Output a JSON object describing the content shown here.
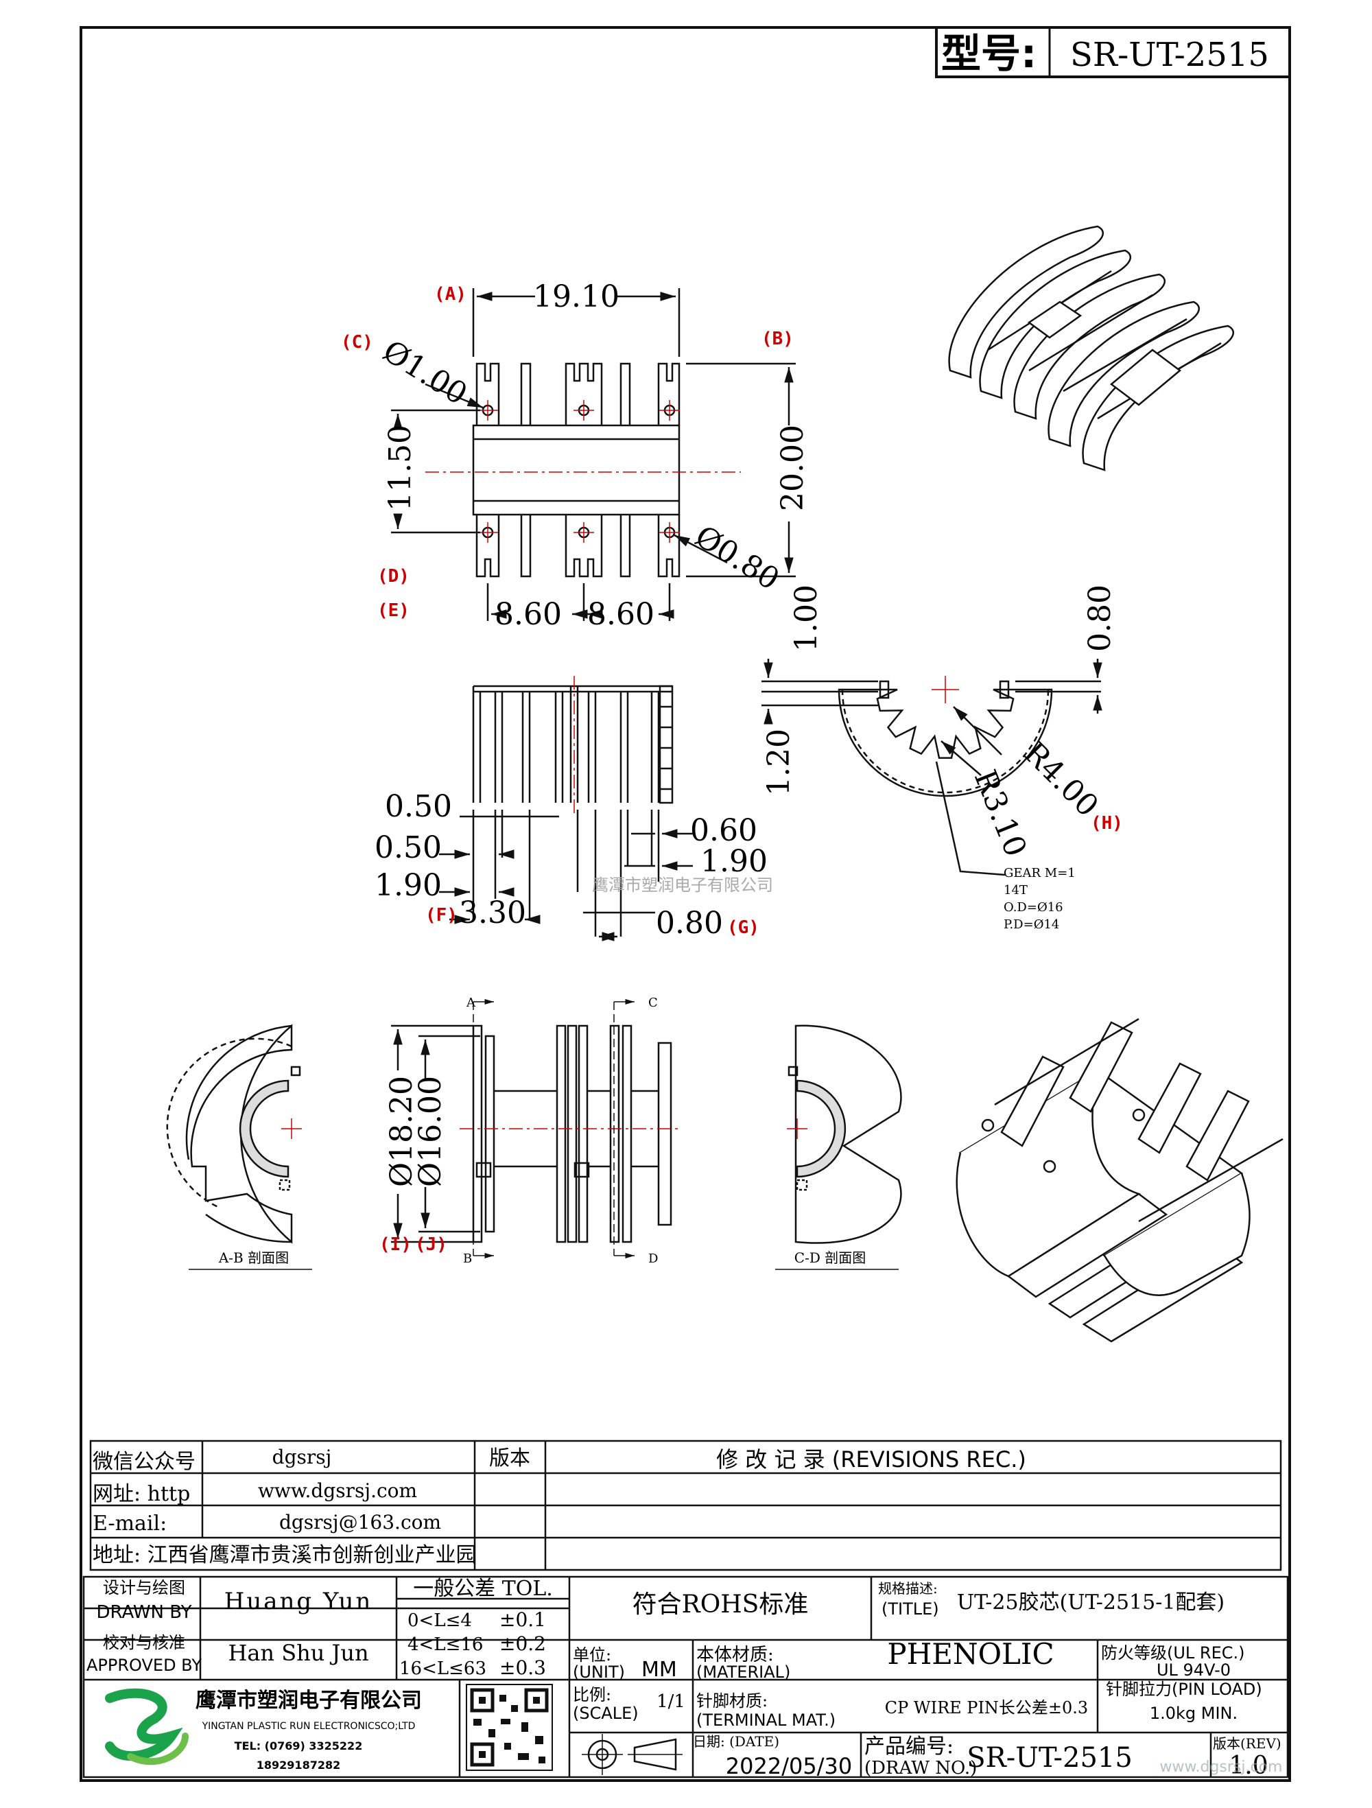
{
  "header": {
    "model_label": "型号:",
    "model_value": "SR-UT-2515"
  },
  "top_view": {
    "dims": {
      "width": "19.10",
      "hole_c": "Ø1.00",
      "pitch_left": "11.50",
      "height": "20.00",
      "hole_d": "Ø0.80",
      "half_left": "8.60",
      "half_right": "8.60"
    },
    "labels": {
      "a": "(A)",
      "b": "(B)",
      "c": "(C)",
      "d": "(D)",
      "e": "(E)"
    }
  },
  "side_view": {
    "dims": {
      "d1": "0.50",
      "d2": "0.50",
      "d3": "1.90",
      "d4": "3.30",
      "d5": "0.60",
      "d6": "1.90",
      "d7": "0.80"
    },
    "labels": {
      "f": "(F)",
      "g": "(G)"
    }
  },
  "watermark": "鹰潭市塑润电子有限公司",
  "gear_view": {
    "dims": {
      "top_left": "1.00",
      "top_right": "0.80",
      "left": "1.20",
      "r_outer": "R4.00",
      "r_inner": "R3.10"
    },
    "label_h": "(H)",
    "note": [
      "GEAR M=1",
      "14T",
      "O.D=Ø16",
      "P.D=Ø14"
    ]
  },
  "section_views": {
    "ab_caption": "A-B 剖面图",
    "cd_caption": "C-D 剖面图",
    "dims": {
      "d_outer": "Ø18.20",
      "d_inner": "Ø16.00"
    },
    "labels": {
      "i": "(I)",
      "j": "(J)"
    },
    "cut_marks": {
      "a": "A",
      "b": "B",
      "c": "C",
      "d": "D"
    }
  },
  "info_table": {
    "rows": [
      {
        "label": "微信公众号",
        "value": "dgsrsj"
      },
      {
        "label": "网址: http",
        "value": "www.dgsrsj.com"
      },
      {
        "label": "E-mail:",
        "value": "dgsrsj@163.com"
      },
      {
        "label": "地址: 江西省鹰潭市贵溪市创新创业产业园",
        "value": ""
      }
    ],
    "version_header": "版本",
    "revisions_header": "修 改 记 录 (REVISIONS REC.)"
  },
  "title_block": {
    "drawn_label_cn": "设计与绘图",
    "drawn_label_en": "DRAWN BY",
    "drawn_value": "Huang Yun",
    "approved_label_cn": "校对与核准",
    "approved_label_en": "APPROVED BY",
    "approved_value": "Han Shu Jun",
    "tol_header": "一般公差 TOL.",
    "tol_rows": [
      {
        "range": "0<L≤4",
        "tol": "±0.1"
      },
      {
        "range": "4<L≤16",
        "tol": "±0.2"
      },
      {
        "range": "16<L≤63",
        "tol": "±0.3"
      }
    ],
    "rohs": "符合ROHS标准",
    "title_label_cn": "规格描述:",
    "title_label_en": "(TITLE)",
    "title_value": "UT-25胶芯(UT-2515-1配套)",
    "unit_label_cn": "单位:",
    "unit_label_en": "(UNIT)",
    "unit_value": "MM",
    "material_label_cn": "本体材质:",
    "material_label_en": "(MATERIAL)",
    "material_value": "PHENOLIC",
    "fire_label": "防火等级(UL REC.)",
    "fire_value": "UL 94V-0",
    "company_cn": "鹰潭市塑润电子有限公司",
    "company_en": "YINGTAN PLASTIC RUN ELECTRONICSCO;LTD",
    "company_tel": "TEL: (0769) 3325222",
    "company_mobile": "18929187282",
    "scale_label_cn": "比例:",
    "scale_label_en": "(SCALE)",
    "scale_value": "1/1",
    "terminal_label_cn": "针脚材质:",
    "terminal_label_en": "(TERMINAL MAT.)",
    "terminal_value": "CP WIRE  PIN长公差±0.3",
    "pin_load_label": "针脚拉力(PIN LOAD)",
    "pin_load_value": "1.0kg MIN.",
    "date_label": "日期: (DATE)",
    "date_value": "2022/05/30",
    "draw_no_label_cn": "产品编号:",
    "draw_no_label_en": "(DRAW NO.)",
    "draw_no_value": "SR-UT-2515",
    "rev_label": "版本(REV)",
    "rev_value": "1.0",
    "site_watermark": "www.dgsrsj.com"
  }
}
